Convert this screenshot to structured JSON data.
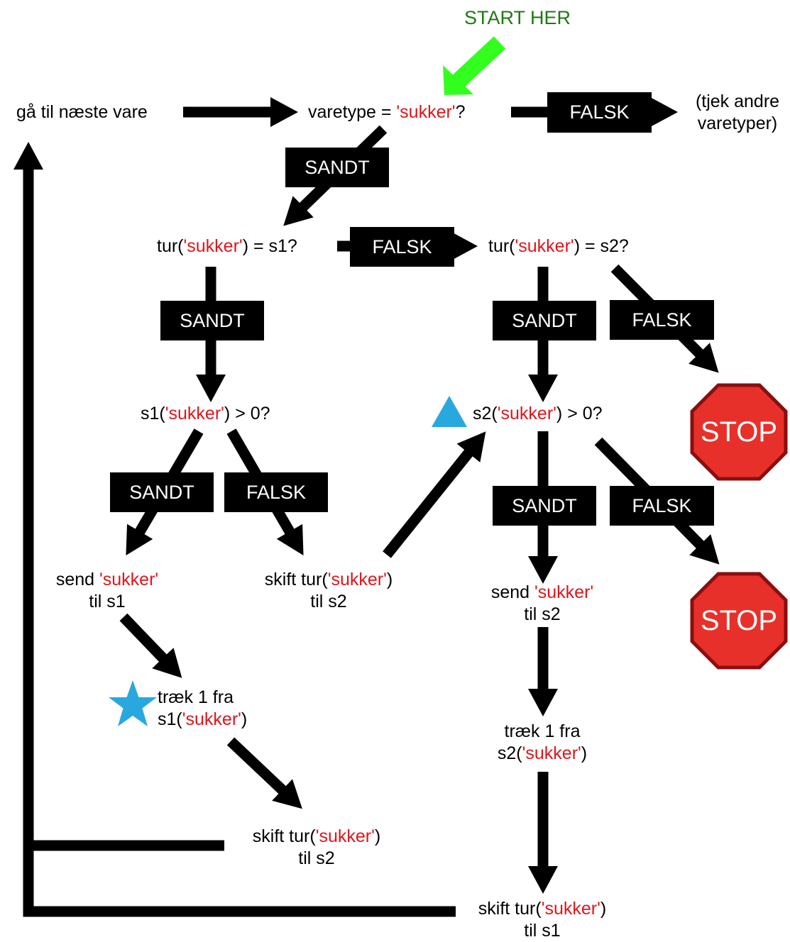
{
  "start_label": "START HER",
  "nodes": {
    "next_item": "gå til næste vare",
    "type_q": {
      "pre": "varetype = ",
      "red": "'sukker'",
      "post": "?"
    },
    "other_types": {
      "line1": "(tjek andre",
      "line2": "varetyper)"
    },
    "turn_s1_q": {
      "pre": "tur(",
      "red": "'sukker'",
      "post": ") = s1?"
    },
    "turn_s2_q": {
      "pre": "tur(",
      "red": "'sukker'",
      "post": ") = s2?"
    },
    "s1_stock_q": {
      "pre": "s1(",
      "red": "'sukker'",
      "post": ") > 0?"
    },
    "s2_stock_q": {
      "pre": "s2(",
      "red": "'sukker'",
      "post": ") > 0?"
    },
    "send_s1": {
      "pre": "send ",
      "red": "'sukker'",
      "line2": "til s1"
    },
    "switch_s2_a": {
      "pre": "skift tur(",
      "red": "'sukker'",
      "post": ")",
      "line2": "til s2"
    },
    "send_s2": {
      "pre": "send ",
      "red": "'sukker'",
      "line2": "til s2"
    },
    "sub_s1": {
      "line1": "træk 1 fra",
      "pre": "s1(",
      "red": "'sukker'",
      "post": ")"
    },
    "sub_s2": {
      "line1": "træk 1 fra",
      "pre": "s2(",
      "red": "'sukker'",
      "post": ")"
    },
    "switch_s2_b": {
      "pre": "skift tur(",
      "red": "'sukker'",
      "post": ")",
      "line2": "til s2"
    },
    "switch_s1": {
      "pre": "skift tur(",
      "red": "'sukker'",
      "post": ")",
      "line2": "til s1"
    }
  },
  "labels": {
    "true": "SANDT",
    "false": "FALSK",
    "stop": "STOP"
  },
  "colors": {
    "start_arrow": "#33ff1f",
    "start_text": "#1e7a10",
    "highlight_text": "#e0151b",
    "marker_blue": "#29a8e0",
    "stop_fill": "#e8302a",
    "stop_border": "#8a0f0f"
  },
  "icons": [
    "start-arrow-icon",
    "star-marker-icon",
    "triangle-marker-icon",
    "stop-sign-icon"
  ]
}
